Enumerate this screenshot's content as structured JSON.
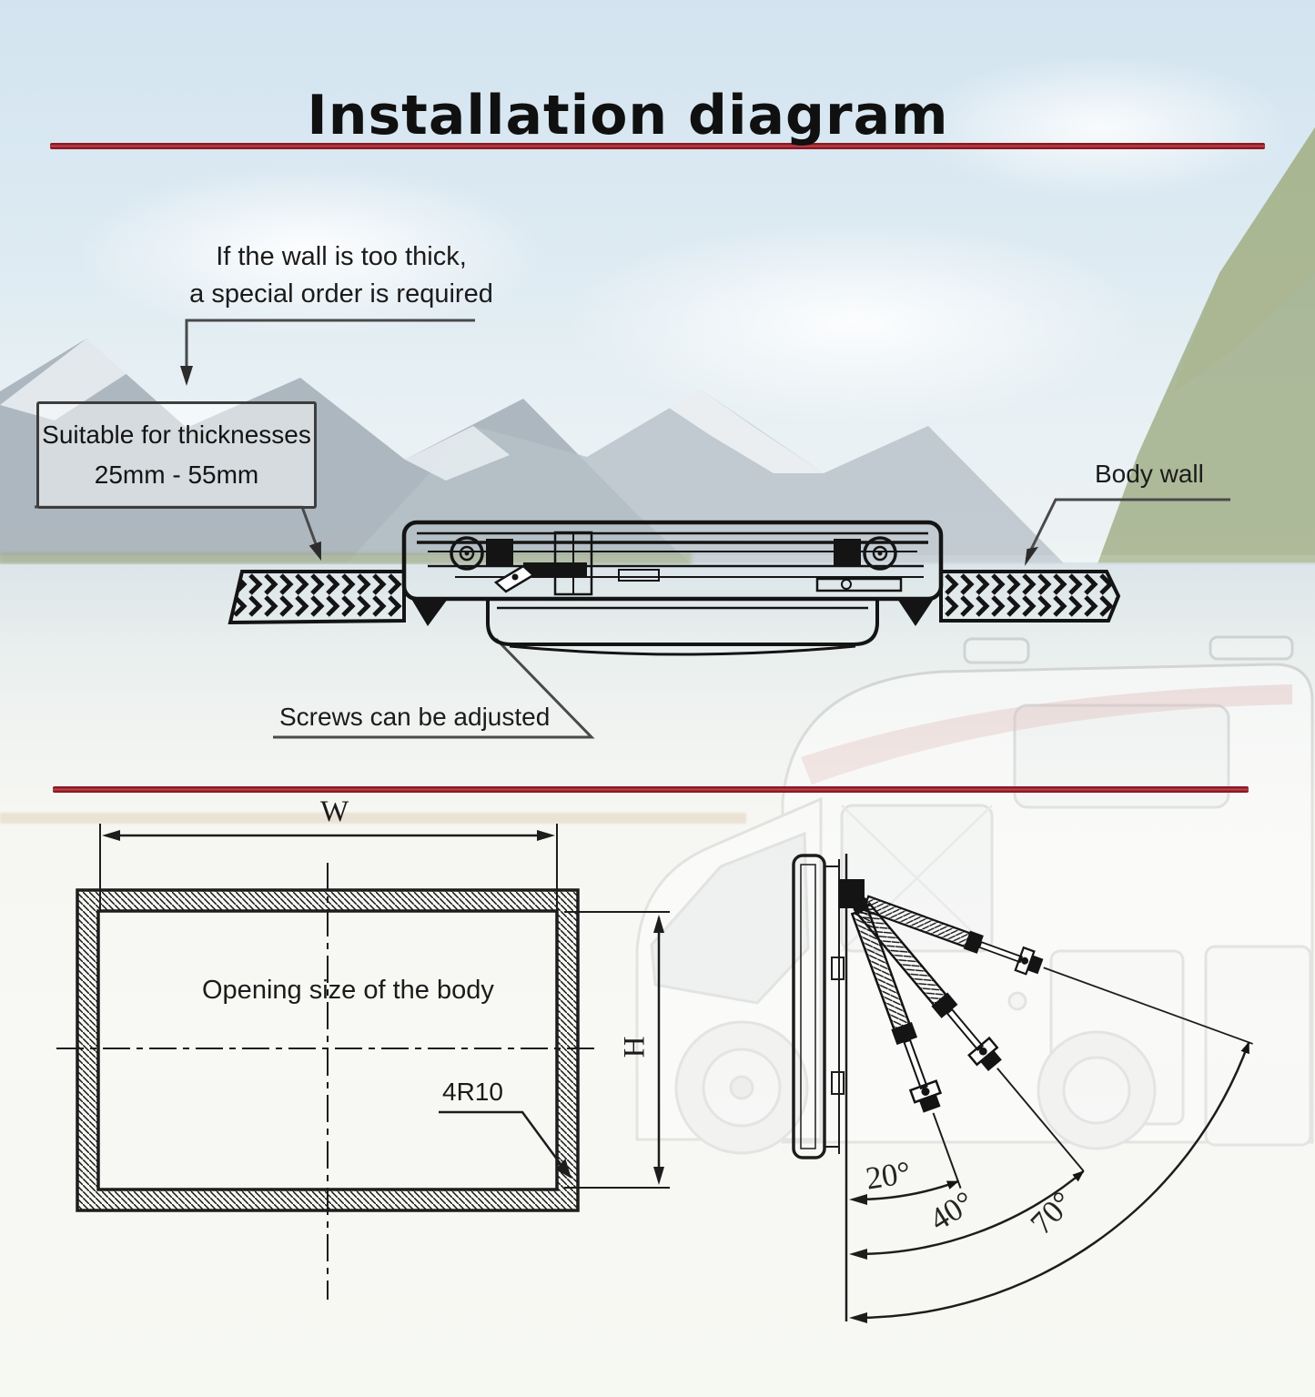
{
  "title": "Installation diagram",
  "colors": {
    "divider_red": "#8c1a22",
    "drawing_black": "#141414",
    "leader_gray": "#4a4a4a"
  },
  "notes": {
    "wall_thick_line1": "If the wall is too thick,",
    "wall_thick_line2": "a special order is required",
    "thickness_box_line1": "Suitable for thicknesses",
    "thickness_box_line2": "25mm - 55mm",
    "body_wall": "Body wall",
    "screws": "Screws can be adjusted",
    "opening_size": "Opening size of the body",
    "corner_radius": "4R10"
  },
  "dimensions": {
    "width_label": "W",
    "height_label": "H"
  },
  "angles": [
    {
      "label": "20°"
    },
    {
      "label": "40°"
    },
    {
      "label": "70°"
    }
  ]
}
